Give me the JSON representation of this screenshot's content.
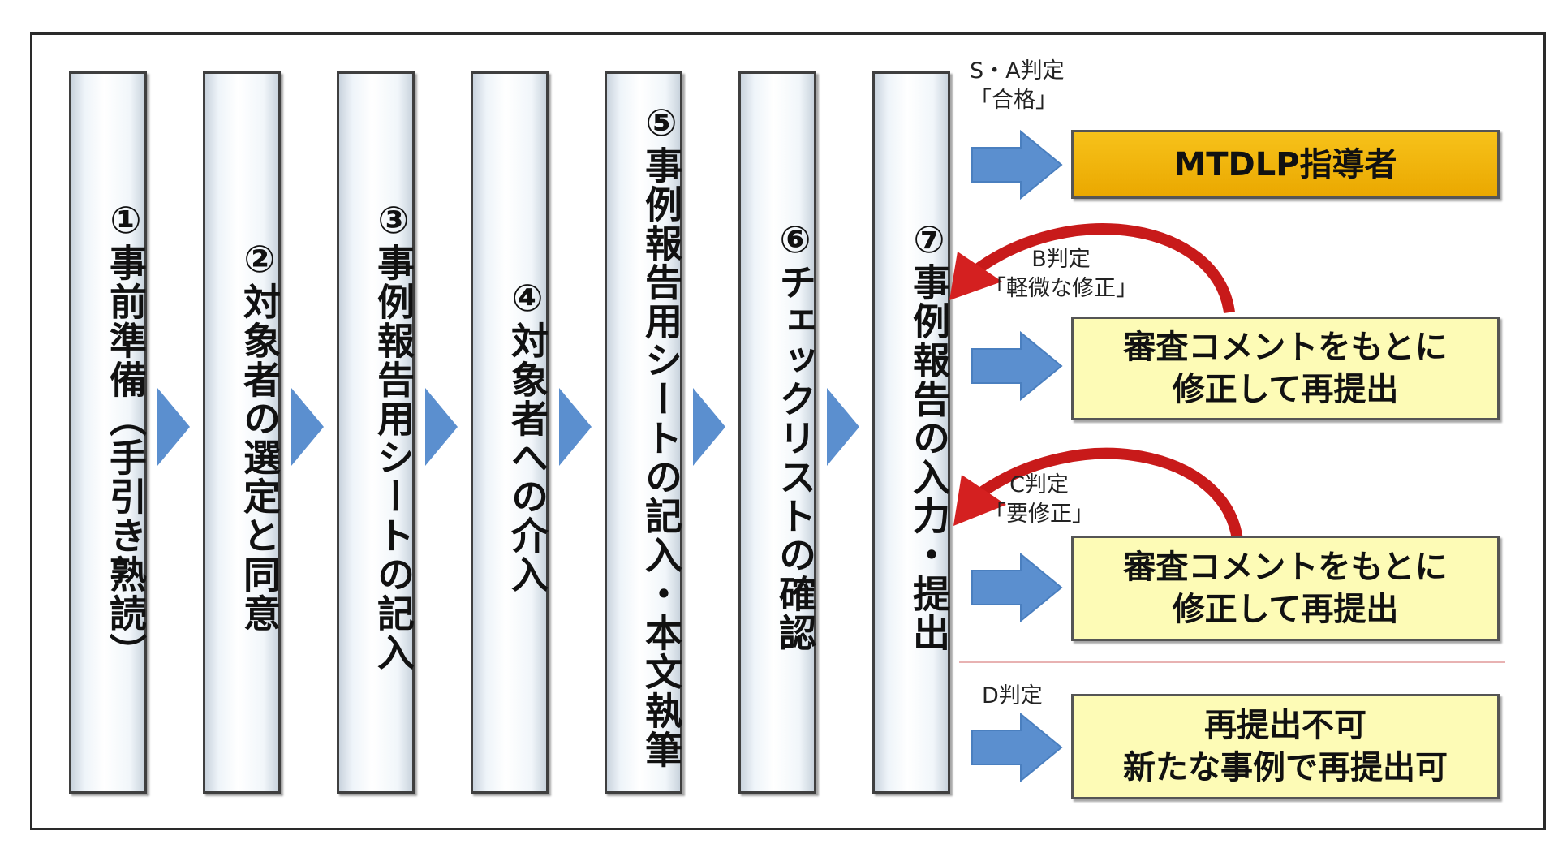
{
  "steps": [
    {
      "label": "①事前準備（手引き熟読）"
    },
    {
      "label": "②対象者の選定と同意"
    },
    {
      "label": "③事例報告用シートの記入"
    },
    {
      "label": "④対象者への介入"
    },
    {
      "label": "⑤事例報告用シートの記入・本文執筆"
    },
    {
      "label": "⑥チェックリストの確認"
    },
    {
      "label": "⑦事例報告の入力・提出"
    }
  ],
  "outcomes": {
    "sa": {
      "judgment": "S・A判定",
      "note": "「合格」",
      "result": "MTDLP指導者"
    },
    "b": {
      "judgment": "B判定",
      "note": "「軽微な修正」",
      "result_line1": "審査コメントをもとに",
      "result_line2": "修正して再提出"
    },
    "c": {
      "judgment": "C判定",
      "note": "「要修正」",
      "result_line1": "審査コメントをもとに",
      "result_line2": "修正して再提出"
    },
    "d": {
      "judgment": "D判定",
      "result_line1": "再提出不可",
      "result_line2": "新たな事例で再提出可"
    }
  },
  "colors": {
    "flow_arrow": "#5b8fcf",
    "loop_arrow": "#d42020",
    "pass_box": "#f5b800",
    "revise_box": "#fdfbb6"
  }
}
